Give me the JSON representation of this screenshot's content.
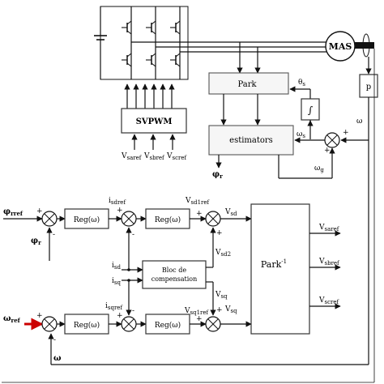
{
  "blocks": {
    "mas": "MAS",
    "park": "Park",
    "integrator": "∫",
    "p_gain": "p",
    "svpwm": "SVPWM",
    "estimators": "estimators",
    "reg": "Reg(ω)",
    "compensation_line1": "Bloc de",
    "compensation_line2": "compensation",
    "park_inverse": "Park",
    "park_inverse_exp": "-1"
  },
  "signals": {
    "theta_s": {
      "base": "θ",
      "sub": "s"
    },
    "omega_s": {
      "base": "ω",
      "sub": "s"
    },
    "omega_g": {
      "base": "ω",
      "sub": "g"
    },
    "omega_top": "ω",
    "phi_r_est": {
      "base": "φ",
      "sub": "r"
    },
    "vsaref_top": {
      "base": "V",
      "sub": "saref"
    },
    "vsbref_top": {
      "base": "V",
      "sub": "sbref"
    },
    "vscref_top": {
      "base": "V",
      "sub": "scref"
    },
    "phi_rref": {
      "base": "φ",
      "sub": "rref"
    },
    "phi_r_fb": {
      "base": "φ",
      "sub": "r"
    },
    "isdref": {
      "base": "i",
      "sub": "sdref"
    },
    "vsd1ref": {
      "base": "V",
      "sub": "sd1ref"
    },
    "vsd": {
      "base": "V",
      "sub": "sd"
    },
    "vsd2": {
      "base": "V",
      "sub": "sd2"
    },
    "isd": {
      "base": "i",
      "sub": "sd"
    },
    "isq": {
      "base": "i",
      "sub": "sq"
    },
    "vsq_comp": {
      "base": "V",
      "sub": "sq"
    },
    "isqref": {
      "base": "i",
      "sub": "sqref"
    },
    "vsq1ref": {
      "base": "V",
      "sub": "sq1ref"
    },
    "vsq": {
      "base": "V",
      "sub": "sq"
    },
    "omega_ref": {
      "base": "ω",
      "sub": "ref"
    },
    "omega_fb": "ω",
    "vsaref_out": {
      "base": "V",
      "sub": "saref"
    },
    "vsbref_out": {
      "base": "V",
      "sub": "sbref"
    },
    "vscref_out": {
      "base": "V",
      "sub": "scref"
    }
  },
  "signs": {
    "plus": "+",
    "minus": "-"
  },
  "colors": {
    "line": "#111111",
    "reference_arrow": "#cc0000",
    "omega_ref_label": "#cc0000"
  }
}
